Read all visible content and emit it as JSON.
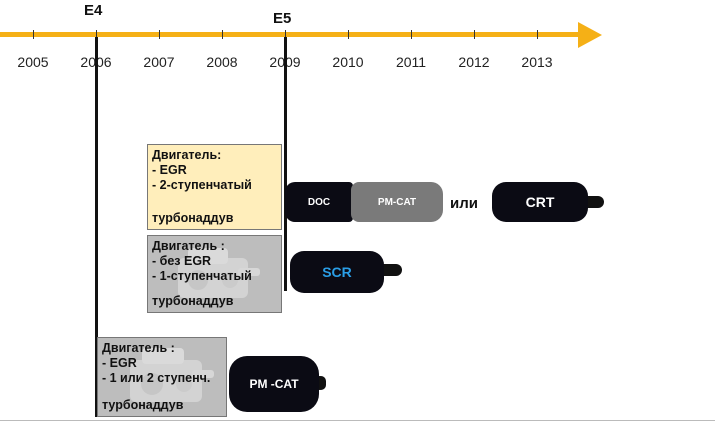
{
  "timeline": {
    "years": [
      "2005",
      "2006",
      "2007",
      "2008",
      "2009",
      "2010",
      "2011",
      "2012",
      "2013"
    ],
    "stage_e4": "E4",
    "stage_e5": "E5",
    "axis_color": "#f5b016"
  },
  "engines": [
    {
      "title": "Двигатель:",
      "lines": [
        "- EGR",
        "- 2-ступенчатый"
      ],
      "last": "турбонаддув",
      "bg": "#ffeebb"
    },
    {
      "title": "Двигатель :",
      "lines": [
        "- без EGR",
        "- 1-ступенчатый"
      ],
      "last": "турбонаддув",
      "bg": "#bdbdbd"
    },
    {
      "title": "Двигатель :",
      "lines": [
        "- EGR",
        "- 1 или 2 ступенч."
      ],
      "last": "турбонаддув",
      "bg": "#bdbdbd"
    }
  ],
  "devices": {
    "doc": "DOC",
    "pm_cat_top": "PM-CAT",
    "or": "или",
    "crt": "CRT",
    "scr": "SCR",
    "pm_cat_bottom": "PM -CAT"
  },
  "colors": {
    "canister": "#0b0b14",
    "pm_cat_top": "#7a7a7a",
    "scr_text": "#2a9ee6"
  }
}
